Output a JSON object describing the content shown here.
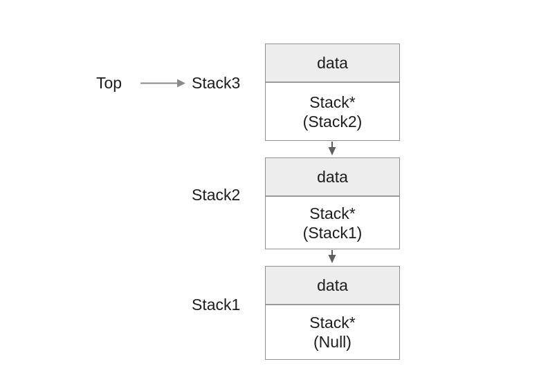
{
  "diagram": {
    "top_label": "Top",
    "nodes": [
      {
        "name": "Stack3",
        "data_label": "data",
        "pointer_type": "Stack*",
        "pointer_target": "(Stack2)"
      },
      {
        "name": "Stack2",
        "data_label": "data",
        "pointer_type": "Stack*",
        "pointer_target": "(Stack1)"
      },
      {
        "name": "Stack1",
        "data_label": "data",
        "pointer_type": "Stack*",
        "pointer_target": "(Null)"
      }
    ],
    "colors": {
      "background": "#ffffff",
      "node_header_fill": "#ededed",
      "node_body_fill": "#ffffff",
      "node_border": "#8f8f8f",
      "divider": "#9a9a9a",
      "top_arrow": "#8a8a8a",
      "link_arrow": "#5f5f5f",
      "text": "#1c1c1c"
    }
  }
}
